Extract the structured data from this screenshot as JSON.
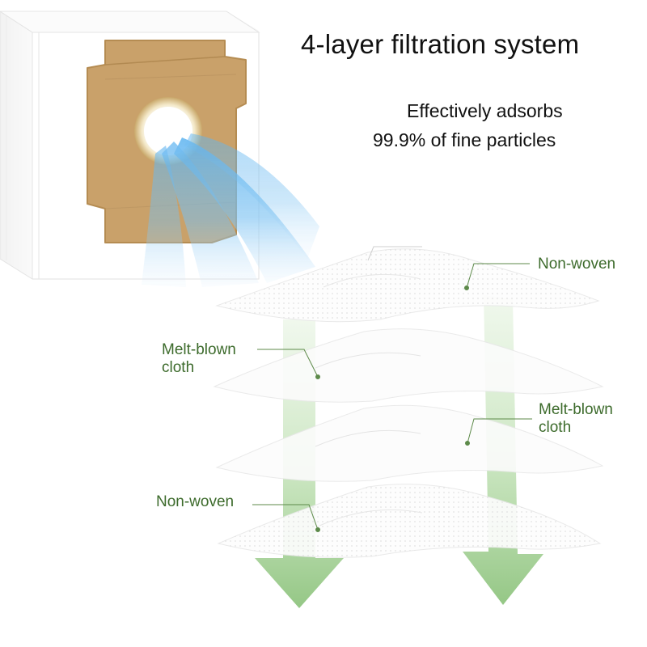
{
  "title": "4-layer filtration system",
  "subtitle": {
    "line1": "Effectively adsorbs",
    "line2": "99.9% of fine particles"
  },
  "layers": [
    {
      "label_line1": "Non-woven",
      "label_line2": ""
    },
    {
      "label_line1": "Melt-blown",
      "label_line2": "cloth"
    },
    {
      "label_line1": "Melt-blown",
      "label_line2": "cloth"
    },
    {
      "label_line1": "Non-woven",
      "label_line2": ""
    }
  ],
  "colors": {
    "label_text": "#3d6b2c",
    "leader_line": "#5d8a4a",
    "arrow_fill": "#a9d39d",
    "bag_cardboard": "#c8a06a",
    "airflow_blue": "#3a9fe8"
  },
  "icons": [
    "dust-bag-icon",
    "airflow-icon",
    "filter-layer-icon",
    "down-arrow-icon"
  ]
}
